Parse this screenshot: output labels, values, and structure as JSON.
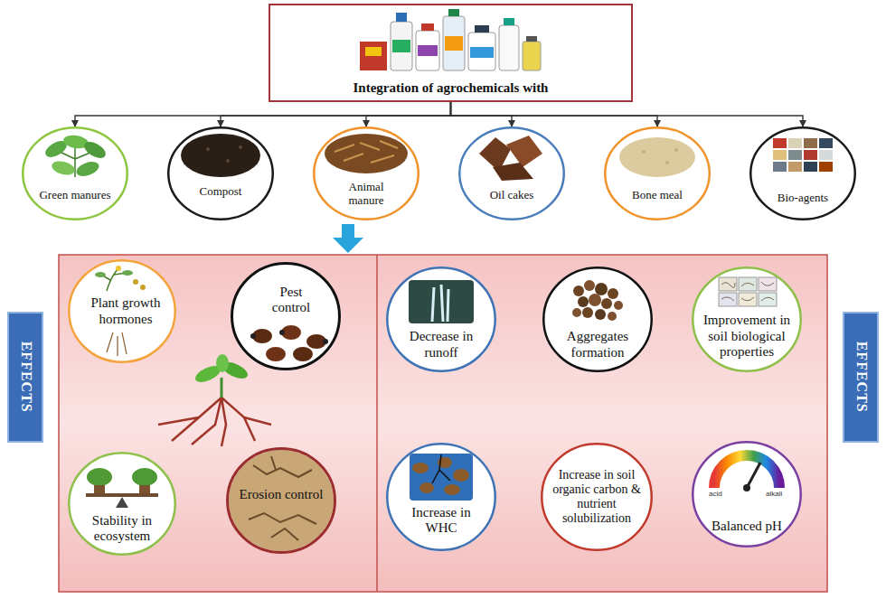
{
  "diagram": {
    "nodes": [
      {
        "text": [
          "Integration of agrochemicals with"
        ]
      },
      {
        "text": [
          "Green manures"
        ]
      },
      {
        "text": [
          "Compost"
        ]
      },
      {
        "text": [
          "Animal manure"
        ]
      },
      {
        "text": [
          "Oil cakes"
        ]
      },
      {
        "text": [
          "Bone meal"
        ]
      },
      {
        "text": [
          "Bio-agents"
        ]
      },
      {
        "text": [
          "EFFECTS"
        ]
      },
      {
        "text": [
          "Plant growth hormones"
        ]
      },
      {
        "text": [
          "Pest control"
        ]
      },
      {
        "text": [
          "Stability in ecosystem"
        ]
      },
      {
        "text": [
          "Erosion control"
        ]
      },
      {
        "text": [
          "Decrease in runoff"
        ]
      },
      {
        "text": [
          "Aggregates formation"
        ]
      },
      {
        "text": [
          "Improvement in soil biological properties"
        ]
      },
      {
        "text": [
          "Increase in WHC"
        ]
      },
      {
        "text": [
          "Increase in soil organic carbon & nutrient solubilization"
        ]
      },
      {
        "text": [
          "Balanced pH"
        ]
      },
      {
        "text": [
          "EFFECTS"
        ]
      }
    ],
    "edges": [
      {
        "from": 0,
        "to": 1,
        "arrow": "to"
      },
      {
        "from": 0,
        "to": 2,
        "arrow": "to"
      },
      {
        "from": 0,
        "to": 3,
        "arrow": "to"
      },
      {
        "from": 0,
        "to": 4,
        "arrow": "to"
      },
      {
        "from": 0,
        "to": 5,
        "arrow": "to"
      },
      {
        "from": 0,
        "to": 6,
        "arrow": "to"
      }
    ],
    "labels": [
      "acid",
      "alkali"
    ]
  }
}
